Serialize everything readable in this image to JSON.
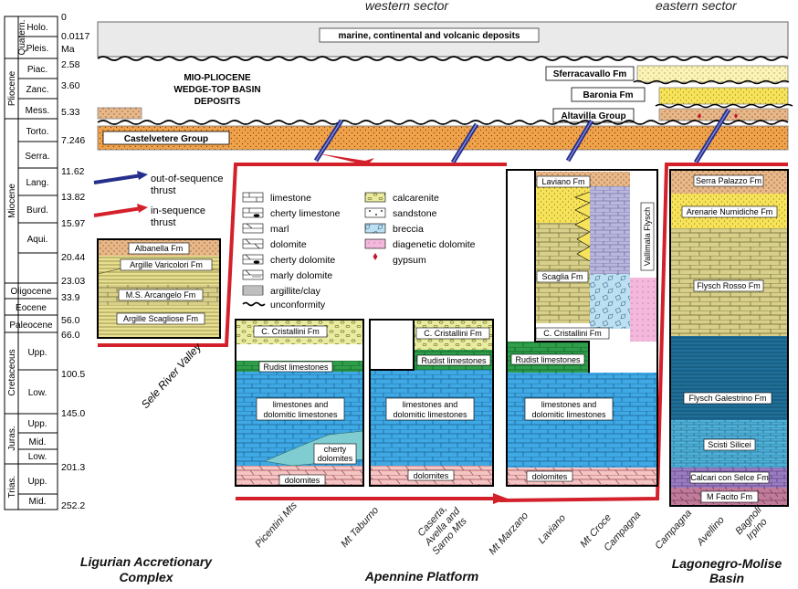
{
  "headers": {
    "western": "western sector",
    "eastern": "eastern sector"
  },
  "age_axis": {
    "eras": [
      "Quatern.",
      "Pliocene",
      "Miocene",
      "Oligocene",
      "Eocene",
      "Paleocene",
      "Cretaceous",
      "Juras.",
      "Trias."
    ],
    "stages": [
      "Holo.",
      "Pleis.",
      "Piac.",
      "Zanc.",
      "Mess.",
      "Torto.",
      "Serra.",
      "Lang.",
      "Burd.",
      "Aqui.",
      "Upp.",
      "Low.",
      "Upp.",
      "Mid.",
      "Low.",
      "Upp.",
      "Mid."
    ],
    "ages": [
      "0",
      "0.0117",
      "Ma",
      "2.58",
      "3.60",
      "5.33",
      "7.246",
      "11.62",
      "13.82",
      "15.97",
      "20.44",
      "23.03",
      "33.9",
      "56.0",
      "66.0",
      "100.5",
      "145.0",
      "201.3",
      "252.2"
    ]
  },
  "top_unit": "marine, continental and volcanic deposits",
  "wedge_top_label": [
    "MIO-PLIOCENE",
    "WEDGE-TOP BASIN",
    "DEPOSITS"
  ],
  "formations": {
    "castelvetere": "Castelvetere Group",
    "sferracavallo": "Sferracavallo Fm",
    "baronia": "Baronia Fm",
    "altavilla": "Altavilla Group"
  },
  "thrust_legend": {
    "out_of_sequence": [
      "out-of-sequence",
      "thrust"
    ],
    "in_sequence": [
      "in-sequence",
      "thrust"
    ]
  },
  "lithology_legend": {
    "left": [
      "limestone",
      "cherty limestone",
      "marl",
      "dolomite",
      "cherty dolomite",
      "marly dolomite",
      "argillite/clay",
      "unconformity"
    ],
    "right": [
      "calcarenite",
      "sandstone",
      "breccia",
      "diagenetic dolomite",
      "gypsum"
    ]
  },
  "sele_column": [
    "Albanella Fm",
    "Argille Varicolori Fm",
    "M.S. Arcangelo Fm",
    "Argille Scagliose Fm"
  ],
  "sele_label": "Sele River Valley",
  "platform_units": {
    "cristallini": "C. Cristallini Fm",
    "rudist": "Rudist limestones",
    "limestones": [
      "limestones and",
      "dolomitic limestones"
    ],
    "cherty": [
      "cherty",
      "dolomites"
    ],
    "dolomites": "dolomites"
  },
  "laviano_column": [
    "Laviano Fm",
    "Scaglia Fm",
    "C. Cristallini Fm",
    "Rudist limestones",
    "limestones and",
    "dolomitic limestones",
    "dolomites"
  ],
  "vallimala": "Vallimala Flysch",
  "lagonegro_column": [
    "Serra Palazzo Fm",
    "Arenarie Numidiche Fm",
    "Flysch Rosso Fm",
    "Flysch Galestrino Fm",
    "Scisti Silicei",
    "Calcari con Selce Fm",
    "M Facito Fm"
  ],
  "localities": [
    "Picentini Mts",
    "Mt Taburno",
    "Caserta,",
    "Avella and",
    "Sarno Mts",
    "Mt Marzano",
    "Laviano",
    "Mt Croce",
    "Campagna",
    "Campagna",
    "Avellino",
    "Bagnoli",
    "Irpino"
  ],
  "domains": {
    "ligurian": [
      "Ligurian Accretionary",
      "Complex"
    ],
    "apennine": "Apennine Platform",
    "lagonegro": [
      "Lagonegro-Molise",
      "Basin"
    ]
  },
  "colors": {
    "castelvetere": "#f0a24a",
    "yellow_sand": "#f7e35a",
    "pale_sand": "#fbf3b8",
    "platform_blue": "#3fa9e6",
    "rudist_green": "#2e9e4a",
    "dolomite_pink": "#f5c4c4",
    "in_seq_red": "#d4202a",
    "out_seq_blue": "#262f8c",
    "khaki": "#d8d08a",
    "lavender": "#b9b7de",
    "galestrino": "#1f6f9a",
    "scisti": "#4fb0d8",
    "calcari": "#9a7cc0",
    "facito": "#c07a9a"
  }
}
